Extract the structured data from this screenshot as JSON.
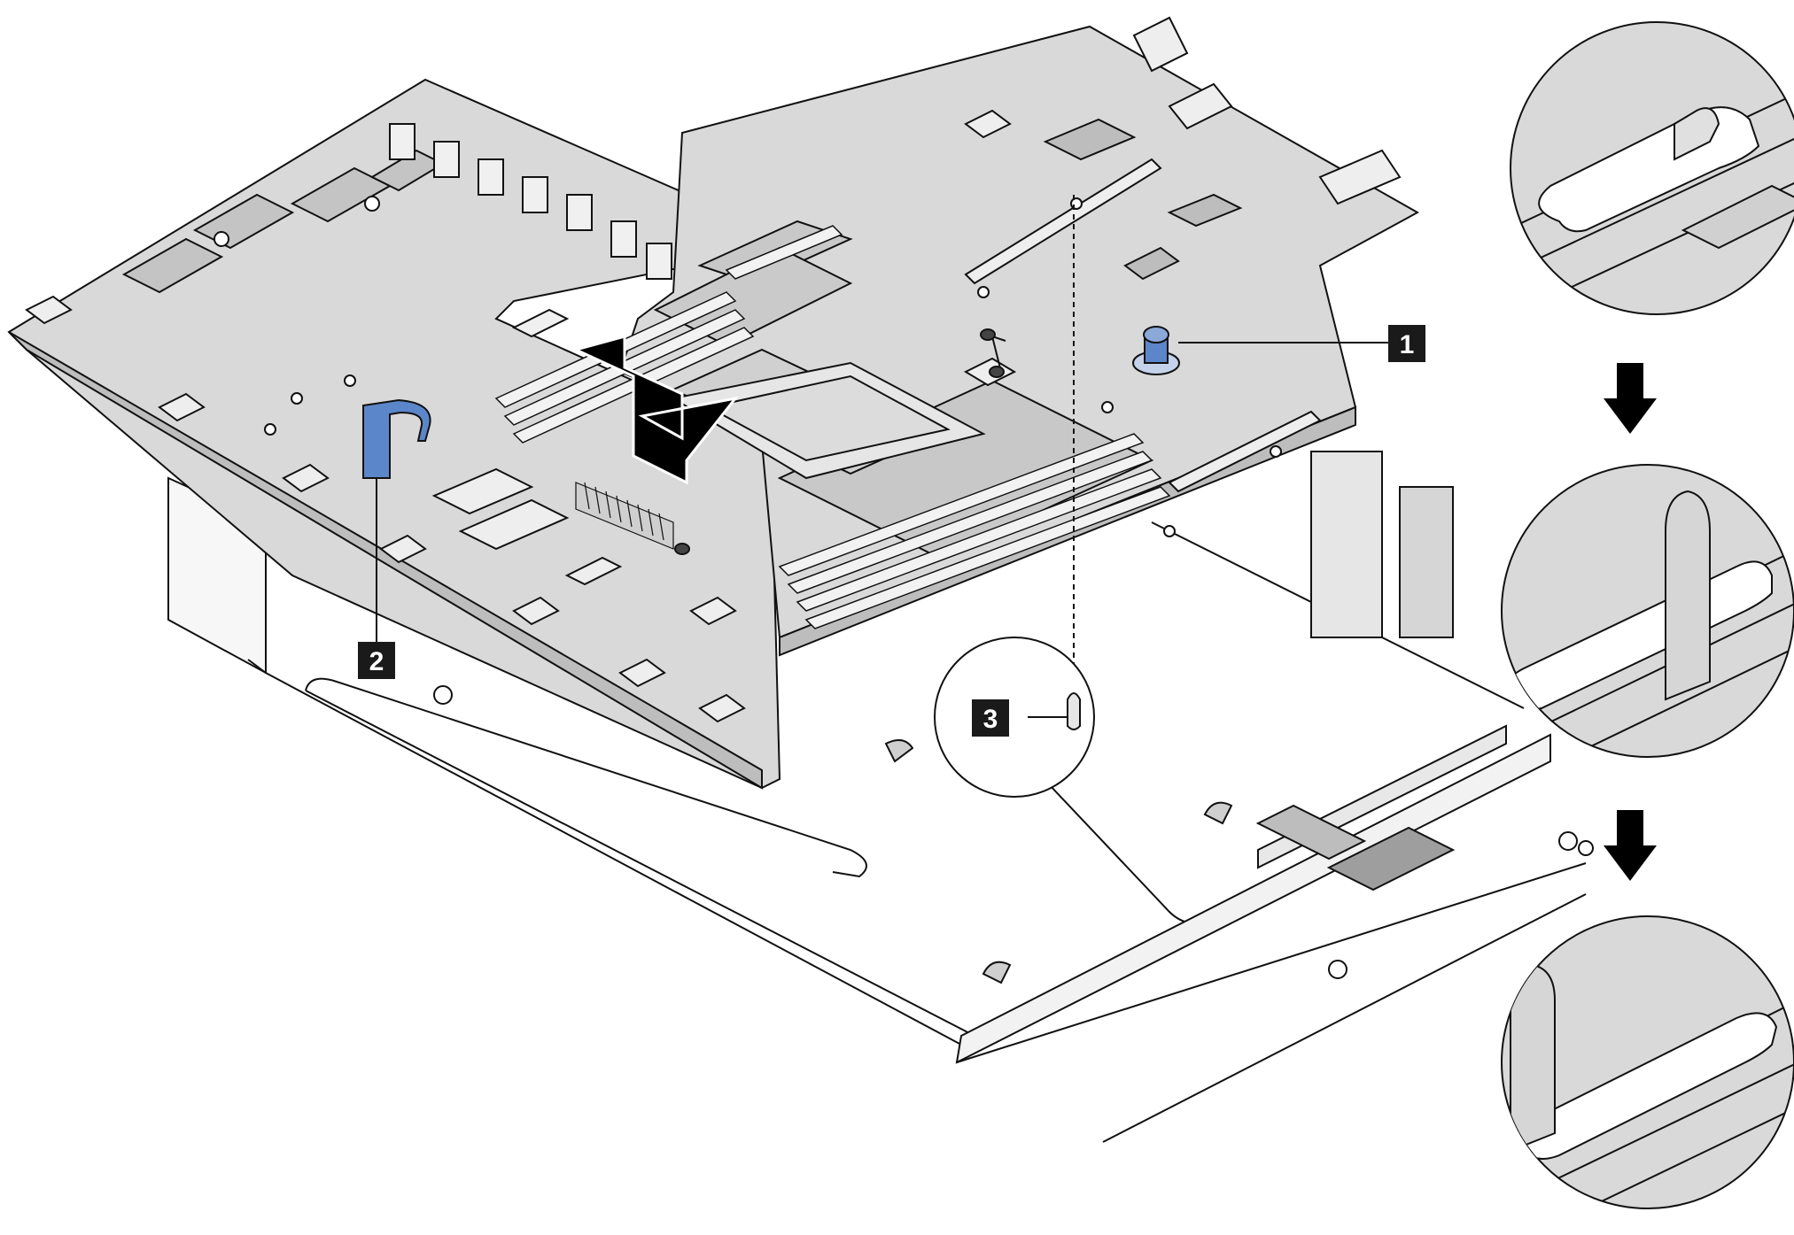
{
  "callouts": [
    {
      "id": "1",
      "label": "1"
    },
    {
      "id": "2",
      "label": "2"
    },
    {
      "id": "3",
      "label": "3"
    }
  ],
  "colors": {
    "board": "#d9d9d9",
    "board_dark": "#bdbdbd",
    "line": "#111111",
    "accent_blue": "#5b86c9",
    "callout_bg": "#1a1a1a",
    "arrow": "#000000",
    "background": "#ffffff"
  },
  "icons": [
    "plunger-icon",
    "lift-handle-icon",
    "guide-pin-icon",
    "move-direction-arrow",
    "down-arrow-icon"
  ]
}
